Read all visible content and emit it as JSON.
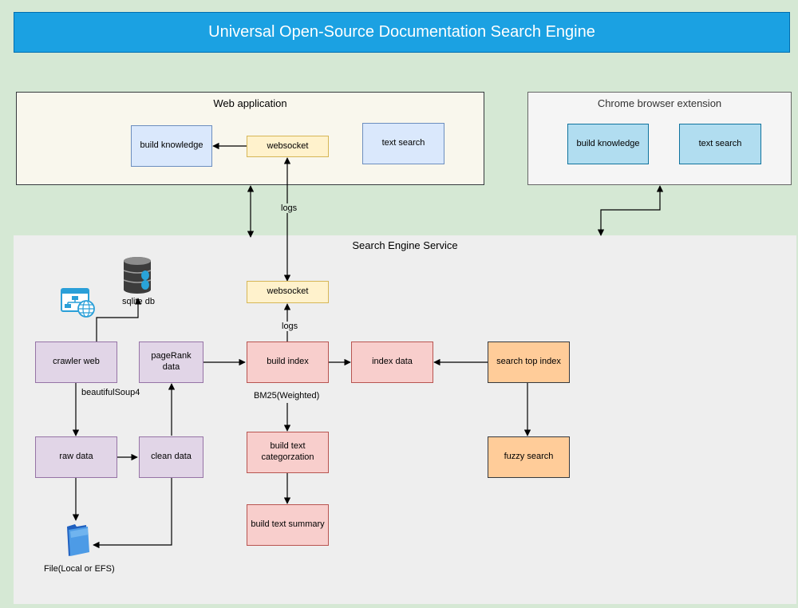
{
  "title": "Universal Open-Source Documentation Search Engine",
  "web_app": {
    "title": "Web application",
    "build_knowledge": "build knowledge",
    "websocket": "websocket",
    "text_search": "text search"
  },
  "extension": {
    "title": "Chrome browser extension",
    "build_knowledge": "build knowledge",
    "text_search": "text search"
  },
  "service": {
    "title": "Search Engine Service",
    "websocket": "websocket",
    "sqlite_db": "sqlite db",
    "crawler_web": "crawler web",
    "beautifulsoup": "beautifulSoup4",
    "pagerank_data": "pageRank data",
    "build_index": "build index",
    "bm25": "BM25(Weighted)",
    "index_data": "index data",
    "search_top_index": "search top index",
    "raw_data": "raw data",
    "clean_data": "clean data",
    "build_text_categorization": "build text categorzation",
    "fuzzy_search": "fuzzy search",
    "build_text_summary": "build text summary",
    "file_storage": "File(Local or EFS)"
  },
  "edge_labels": {
    "logs_upper": "logs",
    "logs_lower": "logs"
  },
  "icons": {
    "database": "database-icon",
    "web_sitemap": "web-sitemap-icon",
    "folder": "folder-icon"
  }
}
